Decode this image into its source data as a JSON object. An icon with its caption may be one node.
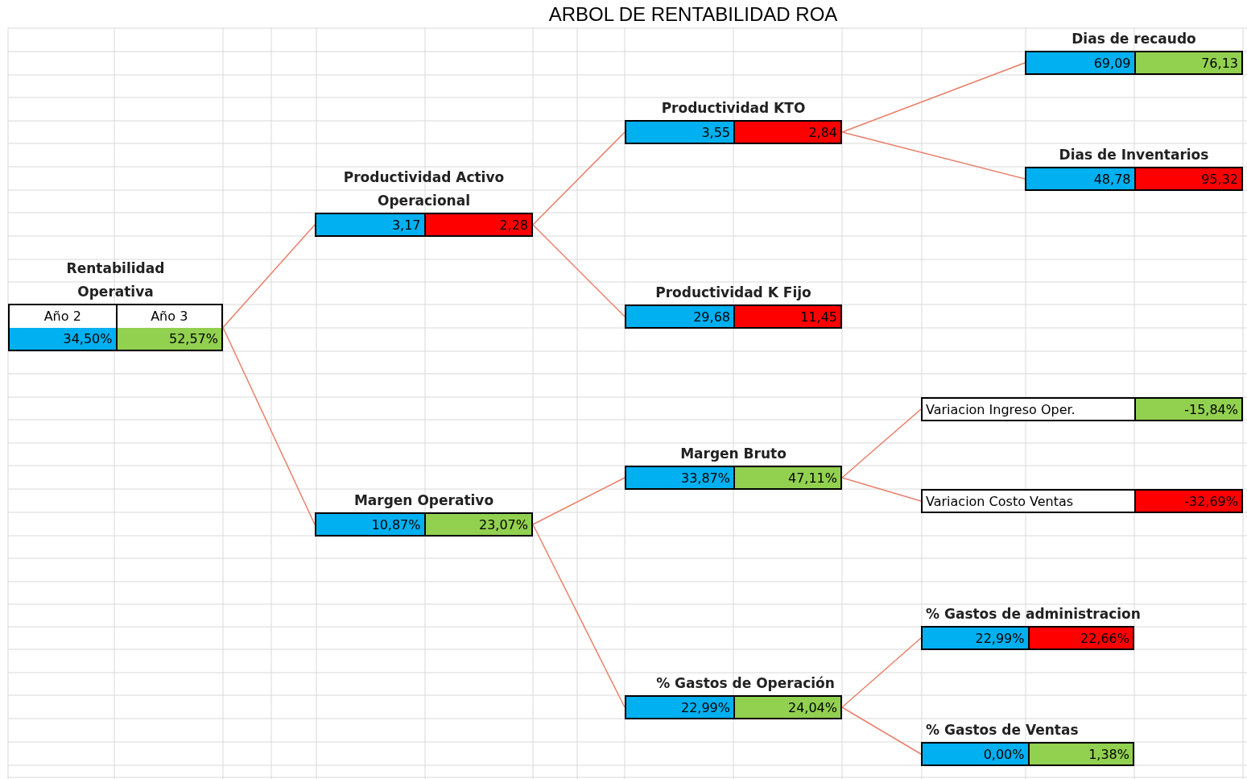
{
  "diagram": {
    "title": "ARBOL DE RENTABILIDAD ROA",
    "nodes": [
      {
        "text": [
          "Rentabilidad Operativa",
          "Año 2",
          "Año 3",
          "34,50%",
          "52,57%"
        ]
      },
      {
        "text": [
          "Productividad Activo Operacional",
          "3,17",
          "2,28"
        ]
      },
      {
        "text": [
          "Margen Operativo",
          "10,87%",
          "23,07%"
        ]
      },
      {
        "text": [
          "Productividad KTO",
          "3,55",
          "2,84"
        ]
      },
      {
        "text": [
          "Productividad K Fijo",
          "29,68",
          "11,45"
        ]
      },
      {
        "text": [
          "Margen Bruto",
          "33,87%",
          "47,11%"
        ]
      },
      {
        "text": [
          "% Gastos de Operación",
          "22,99%",
          "24,04%"
        ]
      },
      {
        "text": [
          "Dias de recaudo",
          "69,09",
          "76,13"
        ]
      },
      {
        "text": [
          "Dias de Inventarios",
          "48,78",
          "95,32"
        ]
      },
      {
        "text": [
          "Variacion Ingreso Oper.",
          "-15,84%"
        ]
      },
      {
        "text": [
          "Variacion Costo Ventas",
          "-32,69%"
        ]
      },
      {
        "text": [
          "% Gastos de administracion",
          "22,99%",
          "22,66%"
        ]
      },
      {
        "text": [
          "% Gastos de Ventas",
          "0,00%",
          "1,38%"
        ]
      }
    ],
    "edges": [
      {
        "from": 0,
        "to": 1,
        "arrow": "none"
      },
      {
        "from": 0,
        "to": 2,
        "arrow": "none"
      },
      {
        "from": 1,
        "to": 3,
        "arrow": "none"
      },
      {
        "from": 1,
        "to": 4,
        "arrow": "none"
      },
      {
        "from": 2,
        "to": 5,
        "arrow": "none"
      },
      {
        "from": 2,
        "to": 6,
        "arrow": "none"
      },
      {
        "from": 3,
        "to": 7,
        "arrow": "none"
      },
      {
        "from": 3,
        "to": 8,
        "arrow": "none"
      },
      {
        "from": 5,
        "to": 9,
        "arrow": "none"
      },
      {
        "from": 5,
        "to": 10,
        "arrow": "none"
      },
      {
        "from": 6,
        "to": 11,
        "arrow": "none"
      },
      {
        "from": 6,
        "to": 12,
        "arrow": "none"
      }
    ]
  }
}
